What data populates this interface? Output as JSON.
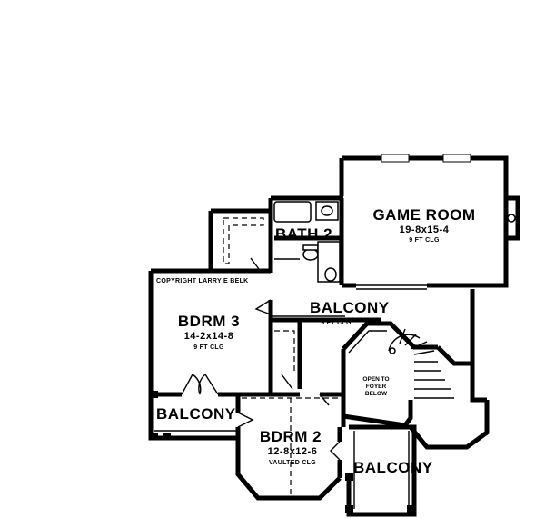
{
  "plan": {
    "copyright": "COPYRIGHT LARRY E BELK",
    "game_room": {
      "name": "GAME ROOM",
      "size": "19-8x15-4",
      "ceiling": "9 FT CLG"
    },
    "bath_2": {
      "name": "BATH 2"
    },
    "balcony_main": {
      "name": "BALCONY",
      "ceiling": "9 FT CLG"
    },
    "bdrm_3": {
      "name": "BDRM 3",
      "size": "14-2x14-8",
      "ceiling": "9 FT CLG"
    },
    "balcony_left": {
      "name": "BALCONY"
    },
    "bdrm_2": {
      "name": "BDRM 2",
      "size": "12-8x12-6",
      "ceiling": "VAULTED CLG"
    },
    "balcony_bottom": {
      "name": "BALCONY"
    },
    "open_to_foyer": {
      "line1": "OPEN TO",
      "line2": "FOYER",
      "line3": "BELOW"
    }
  }
}
